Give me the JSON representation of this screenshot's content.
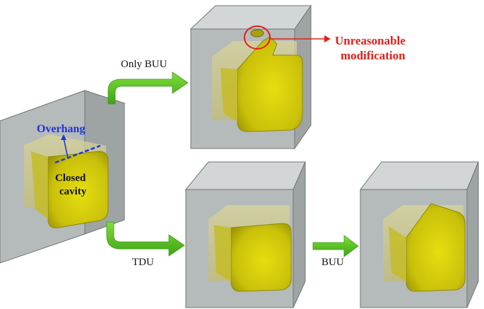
{
  "labels": {
    "overhang": "Overhang",
    "closed_cavity_line1": "Closed",
    "closed_cavity_line2": "cavity",
    "only_buu": "Only BUU",
    "tdu": "TDU",
    "buu": "BUU",
    "unreasonable_line1": "Unreasonable",
    "unreasonable_line2": "modification"
  },
  "colors": {
    "box_front": "#b5baba",
    "box_top": "#d2d6d6",
    "box_side": "#9ea4a4",
    "box_edge": "#6f7676",
    "cavity": "#c8c20c",
    "cavity_dark": "#8c8a06",
    "cavity_light": "#e4e06a",
    "arrow_green": "#58c424",
    "overhang_blue": "#1f35d6",
    "highlight_red": "#e0201a",
    "text_black": "#111111"
  },
  "icons": {
    "arrow": "green-flow-arrow",
    "pointer": "red-pointer-arrow"
  }
}
